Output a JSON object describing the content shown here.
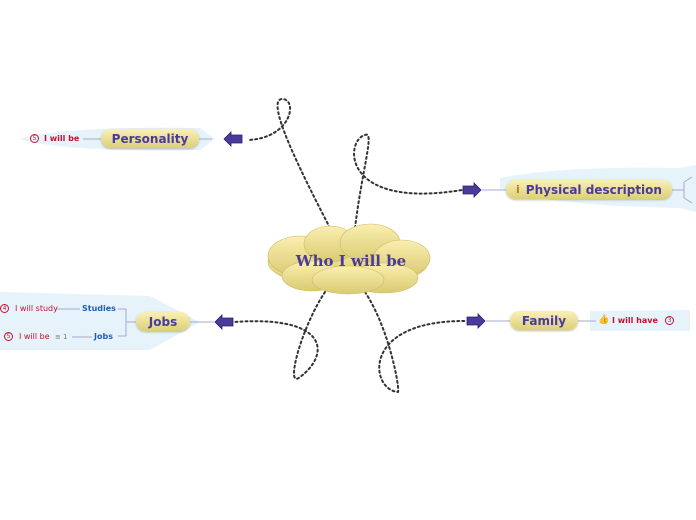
{
  "central": {
    "title": "Who I will be"
  },
  "branches": {
    "personality": {
      "title": "Personality",
      "child": "I will be",
      "child_count": "5"
    },
    "physical": {
      "title": "Physical description",
      "icon": "info-icon"
    },
    "jobs": {
      "title": "Jobs",
      "studies": {
        "title": "Studies",
        "child": "I will study",
        "child_count": "4"
      },
      "jobs_sub": {
        "title": "Jobs",
        "child": "I will be",
        "child_count": "5",
        "note_count": "1"
      }
    },
    "family": {
      "title": "Family",
      "child": "I will have",
      "child_count": "3",
      "icon": "thumbs-up-icon"
    }
  },
  "colors": {
    "node_fill": "#e8dc94",
    "node_text": "#4a3a9a",
    "arrow": "#4a3a9a",
    "child_red": "#c8102e",
    "child_blue": "#1f5fb0",
    "halo": "#e6f3fb"
  }
}
